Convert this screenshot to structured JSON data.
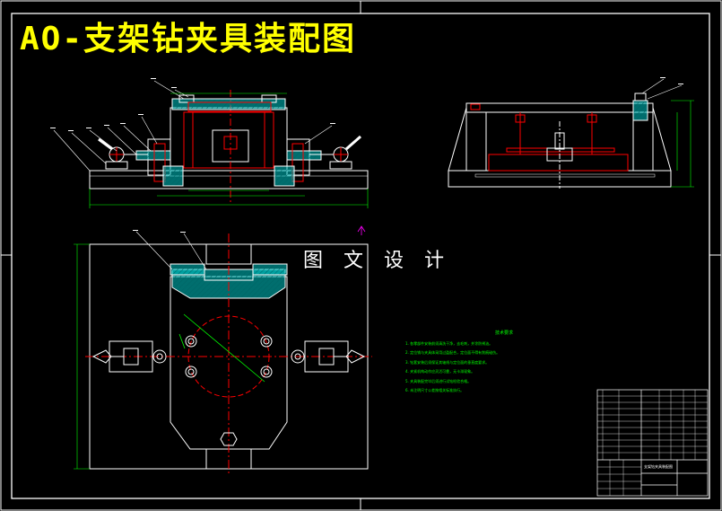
{
  "drawing": {
    "title": "AO-支架钻夹具装配图",
    "watermark": "图 文 设 计",
    "tech_notes": {
      "heading": "技术要求",
      "lines": [
        "1. 各零部件安装前须清洗干净，去毛刺，并涂防锈油。",
        "2. 定位销与夹具体采用过盈配合，定位面不得有划痕碰伤。",
        "3. 钻套安装后须保证其轴线与定位面的垂直度要求。",
        "4. 夹紧机构动作应灵活可靠，无卡滞现象。",
        "5. 夹具装配完毕后须进行试钻检验合格。",
        "6. 未注明尺寸公差按相关标准执行。"
      ]
    },
    "title_block": {
      "name": "支架钻夹具装配图"
    }
  },
  "colors": {
    "background": "#000000",
    "lines": "#ffffff",
    "section": "#ff0000",
    "hatch": "#00c8c8",
    "dims": "#00ff00",
    "title": "#ffff00",
    "marker": "#ff00ff"
  }
}
